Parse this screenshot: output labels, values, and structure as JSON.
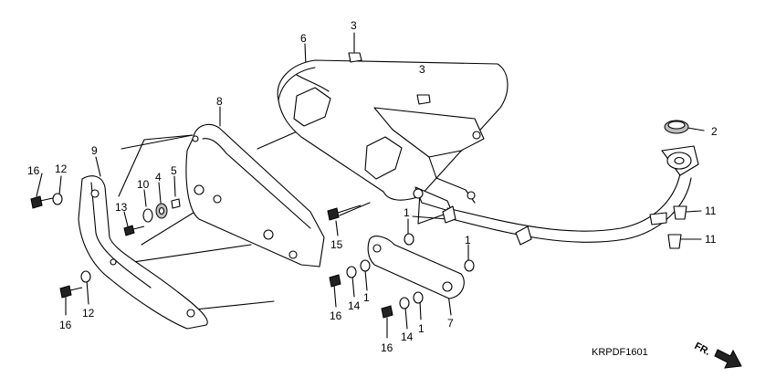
{
  "diagram_code": "KRPDF1601",
  "direction_label": "FR.",
  "callouts": {
    "c1a": "1",
    "c1b": "1",
    "c1c": "1",
    "c1d": "1",
    "c2": "2",
    "c3a": "3",
    "c3b": "3",
    "c4": "4",
    "c5": "5",
    "c6": "6",
    "c7": "7",
    "c8": "8",
    "c9": "9",
    "c10": "10",
    "c11a": "11",
    "c11b": "11",
    "c12a": "12",
    "c12b": "12",
    "c13": "13",
    "c14a": "14",
    "c14b": "14",
    "c15": "15",
    "c16a": "16",
    "c16b": "16",
    "c16c": "16",
    "c16d": "16"
  }
}
